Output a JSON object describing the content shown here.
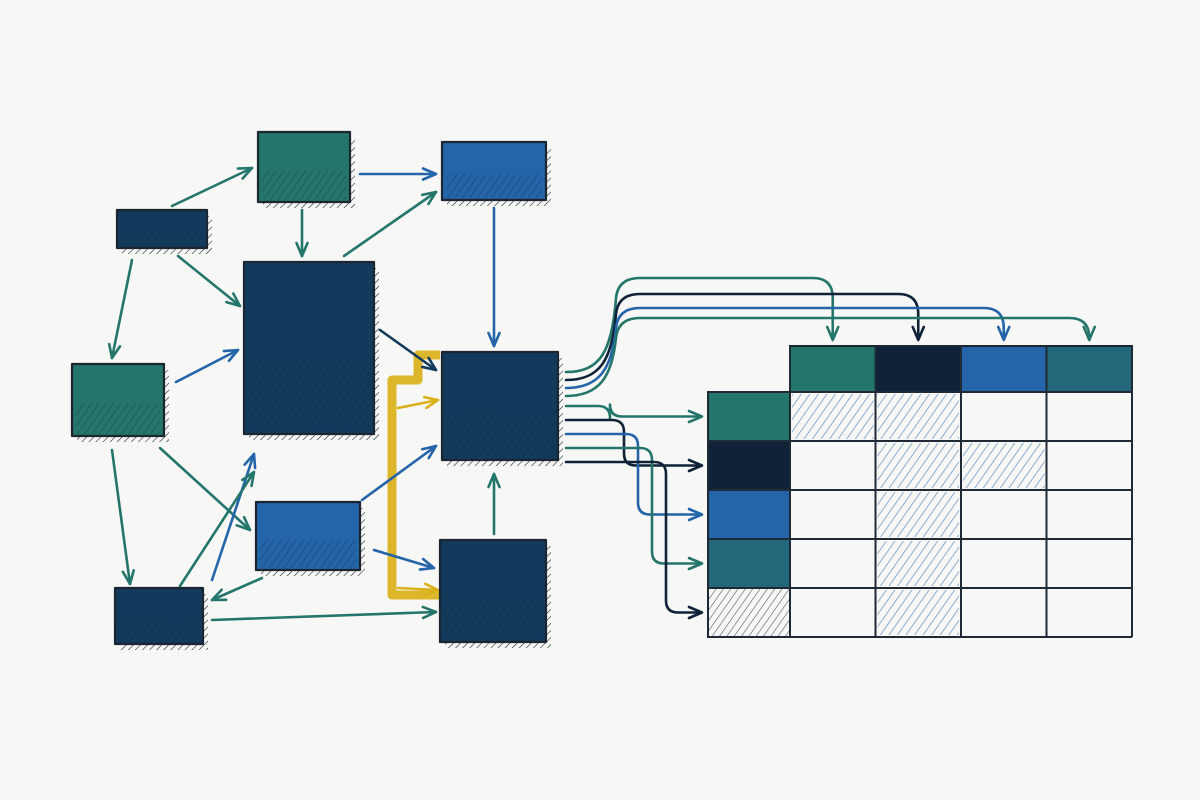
{
  "palette": {
    "background": "#f7f7f5",
    "navy": "#123a5c",
    "teal": "#24756b",
    "blue": "#2464a8",
    "black_navy": "#0f2238",
    "slate_teal": "#23687a",
    "gold": "#d9b11a",
    "stroke": "#1c2631"
  },
  "nodes": [
    {
      "id": "n-top-teal",
      "color": "teal"
    },
    {
      "id": "n-top-blue",
      "color": "blue"
    },
    {
      "id": "n-small-navy",
      "color": "navy"
    },
    {
      "id": "n-big-navy",
      "color": "navy"
    },
    {
      "id": "n-hub-navy",
      "color": "navy"
    },
    {
      "id": "n-left-teal",
      "color": "teal"
    },
    {
      "id": "n-mid-blue",
      "color": "blue"
    },
    {
      "id": "n-bottom-navy-left",
      "color": "navy"
    },
    {
      "id": "n-bottom-navy-right",
      "color": "navy"
    }
  ],
  "edges": [
    {
      "from": "n-small-navy",
      "to": "n-top-teal",
      "color": "teal"
    },
    {
      "from": "n-top-teal",
      "to": "n-top-blue",
      "color": "blue"
    },
    {
      "from": "n-top-teal",
      "to": "n-big-navy",
      "color": "teal"
    },
    {
      "from": "n-big-navy",
      "to": "n-top-blue",
      "color": "teal"
    },
    {
      "from": "n-top-blue",
      "to": "n-hub-navy",
      "color": "blue"
    },
    {
      "from": "n-small-navy",
      "to": "n-left-teal",
      "color": "teal"
    },
    {
      "from": "n-small-navy",
      "to": "n-big-navy",
      "color": "teal"
    },
    {
      "from": "n-left-teal",
      "to": "n-big-navy",
      "color": "blue"
    },
    {
      "from": "n-big-navy",
      "to": "n-hub-navy",
      "color": "navy"
    },
    {
      "from": "n-left-teal",
      "to": "n-mid-blue",
      "color": "teal"
    },
    {
      "from": "n-left-teal",
      "to": "n-bottom-navy-left",
      "color": "teal"
    },
    {
      "from": "n-mid-blue",
      "to": "n-big-navy",
      "color": "blue"
    },
    {
      "from": "n-mid-blue",
      "to": "n-hub-navy",
      "color": "blue"
    },
    {
      "from": "n-mid-blue",
      "to": "n-bottom-navy-right",
      "color": "blue"
    },
    {
      "from": "n-mid-blue",
      "to": "n-bottom-navy-left",
      "color": "teal"
    },
    {
      "from": "n-bottom-navy-left",
      "to": "n-mid-blue",
      "color": "teal"
    },
    {
      "from": "n-bottom-navy-left",
      "to": "n-bottom-navy-right",
      "color": "teal"
    },
    {
      "from": "n-bottom-navy-right",
      "to": "n-hub-navy",
      "color": "teal"
    },
    {
      "from": "gold-bus",
      "to": "n-hub-navy",
      "color": "gold"
    },
    {
      "from": "gold-bus",
      "to": "n-bottom-navy-right",
      "color": "gold"
    }
  ],
  "matrix": {
    "columns": 4,
    "rows": 5,
    "column_header_colors": [
      "teal",
      "black_navy",
      "blue",
      "slate_teal"
    ],
    "row_header_colors": [
      "teal",
      "black_navy",
      "blue",
      "slate_teal",
      "hatched"
    ],
    "hatched_cells": [
      [
        0,
        0
      ],
      [
        0,
        1
      ],
      [
        1,
        1
      ],
      [
        1,
        2
      ],
      [
        2,
        1
      ],
      [
        3,
        1
      ],
      [
        4,
        1
      ]
    ]
  },
  "hub_to_matrix_links": [
    {
      "target": "column-header-1",
      "color": "teal"
    },
    {
      "target": "column-header-2",
      "color": "black_navy"
    },
    {
      "target": "column-header-3",
      "color": "blue"
    },
    {
      "target": "column-header-4",
      "color": "teal"
    },
    {
      "target": "row-header-1",
      "color": "teal"
    },
    {
      "target": "row-header-2",
      "color": "black_navy"
    },
    {
      "target": "row-header-3",
      "color": "blue"
    },
    {
      "target": "row-header-4",
      "color": "teal"
    },
    {
      "target": "row-header-5",
      "color": "black_navy"
    }
  ]
}
